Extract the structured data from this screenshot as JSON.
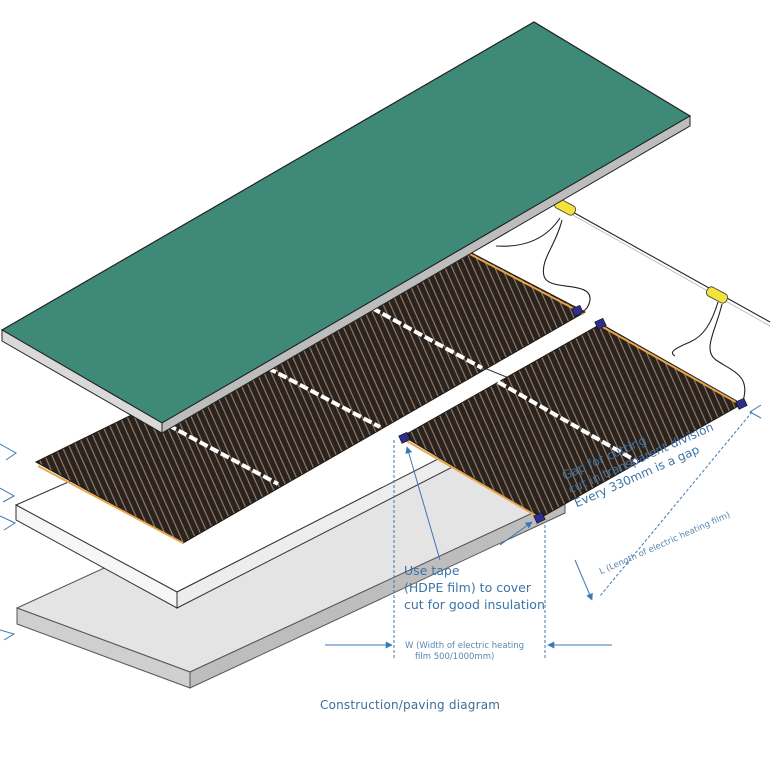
{
  "labels": {
    "tape_note": [
      "Use tape",
      "(HDPE film) to cover",
      "cut for good insulation"
    ],
    "width_note": [
      "W (Width of electric heating",
      "film 500/1000mm)"
    ],
    "gap_note": [
      "Gap for cutting",
      "cut in transparent division",
      "Every 330mm is a gap"
    ],
    "length_note": "L (Length of electric heating film)",
    "caption": "Construction/paving diagram"
  },
  "colors": {
    "floor_top": "#3f8978",
    "floor_side": "#33705f",
    "heating_film": "#2a221c",
    "film_stripe": "#9a8272",
    "copper_strip": "#e8a54a",
    "connector": "#2e2e8c",
    "clip": "#f4e23c",
    "annotation": "#4a7fae",
    "base_board": "#e4e4e4"
  }
}
